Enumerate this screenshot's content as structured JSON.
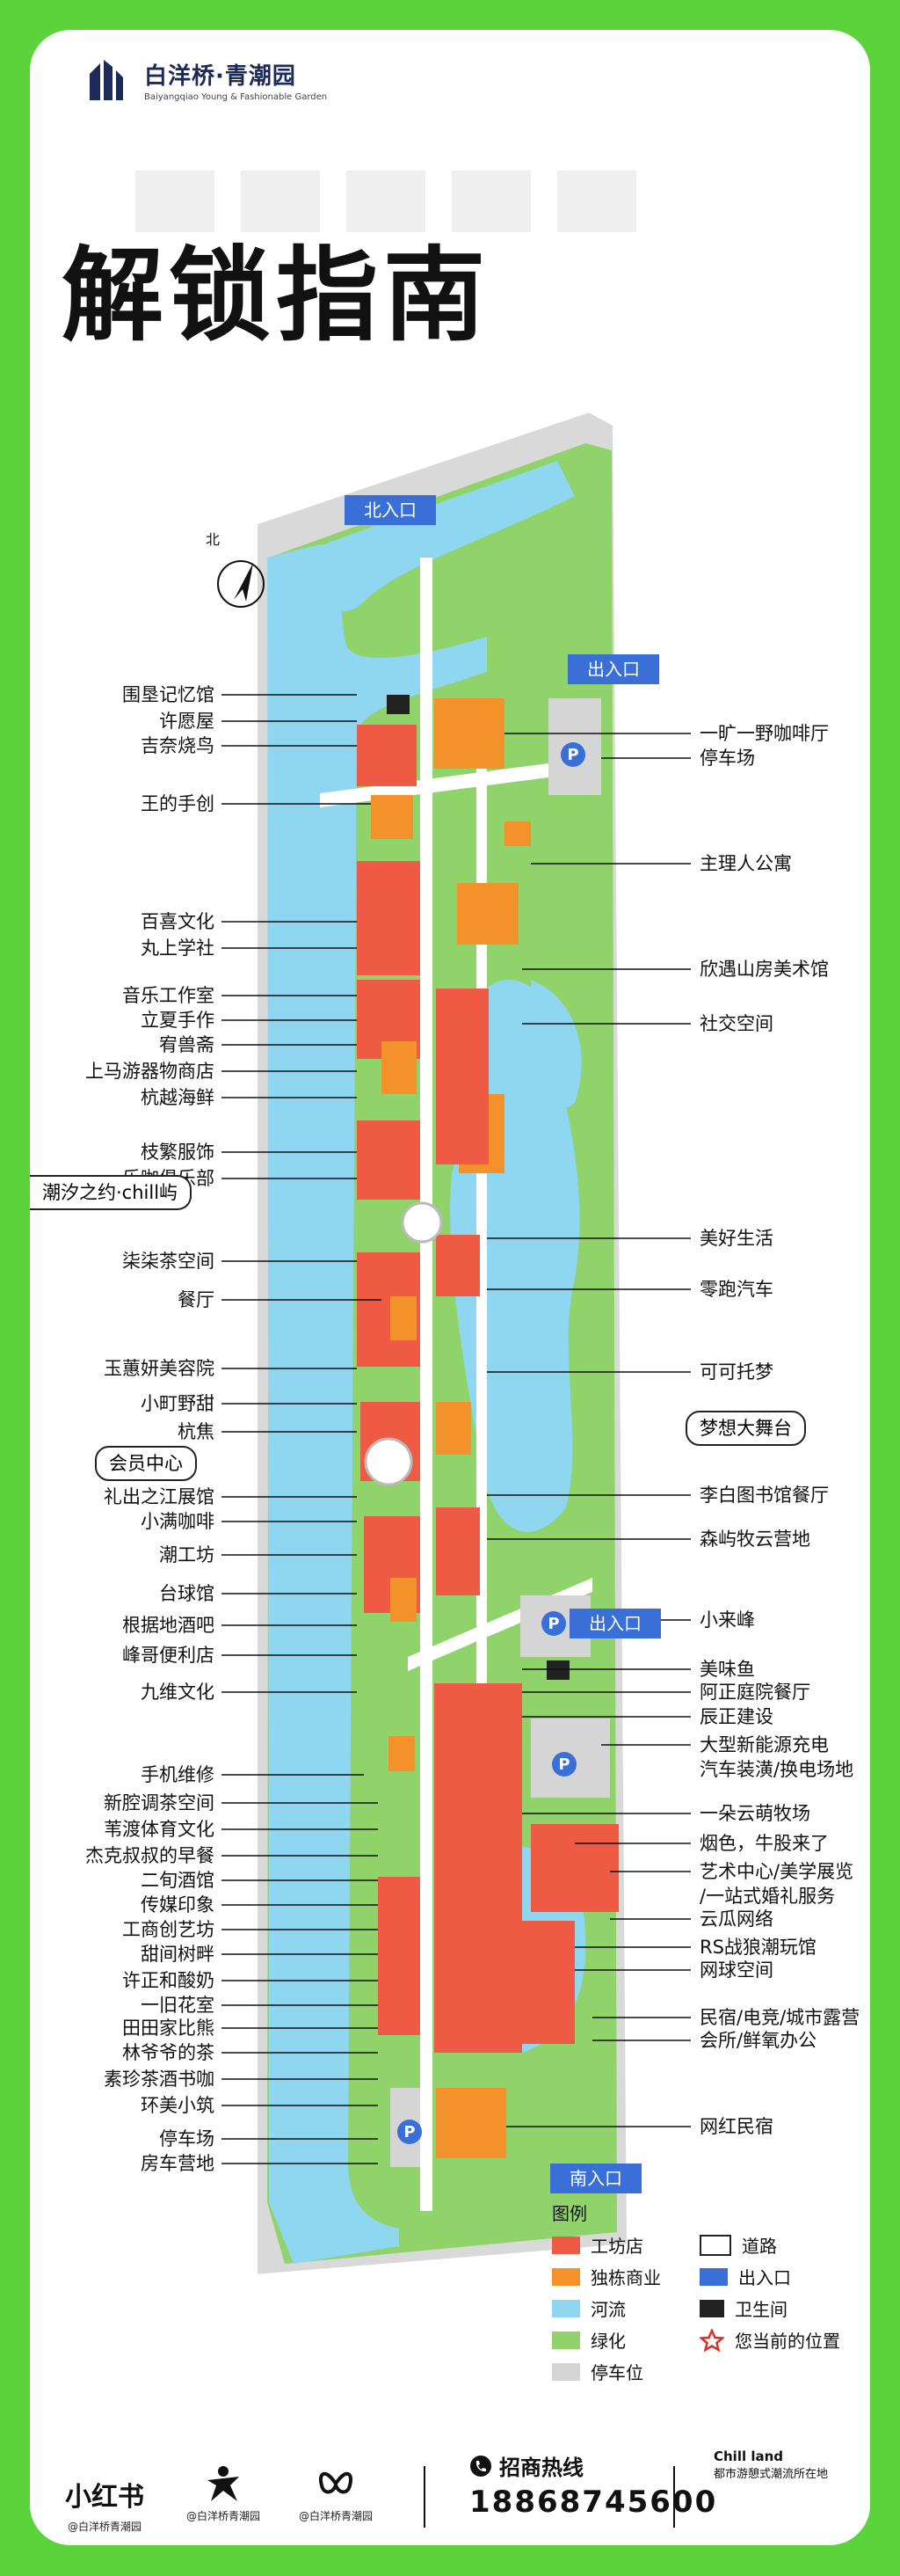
{
  "brand": {
    "name": "白洋桥·青潮园",
    "subtitle": "Baiyangqiao Young & Fashionable Garden"
  },
  "page_title": "解锁指南",
  "compass": {
    "north": "北"
  },
  "gates": {
    "north": "北入口",
    "exit1": "出入口",
    "exit2": "出入口",
    "south": "南入口"
  },
  "left_labels": [
    "围垦记忆馆",
    "许愿屋",
    "吉奈烧鸟",
    "王的手创",
    "百喜文化",
    "丸上学社",
    "音乐工作室",
    "立夏手作",
    "宥兽斋",
    "上马游器物商店",
    "杭越海鲜",
    "枝繁服饰",
    "乐咖俱乐部",
    "柒柒茶空间",
    "餐厅",
    "玉蕙妍美容院",
    "小町野甜",
    "杭焦",
    "礼出之江展馆",
    "小满咖啡",
    "潮工坊",
    "台球馆",
    "根据地酒吧",
    "峰哥便利店",
    "九维文化",
    "手机维修",
    "新腔调茶空间",
    "苇渡体育文化",
    "杰克叔叔的早餐",
    "二旬酒馆",
    "传媒印象",
    "工商创艺坊",
    "甜间树畔",
    "许正和酸奶",
    "一旧花室",
    "田田家比熊",
    "林爷爷的茶",
    "素珍茶酒书咖",
    "环美小筑",
    "停车场",
    "房车营地"
  ],
  "left_boxes": [
    "潮汐之约·chill屿",
    "会员中心"
  ],
  "right_labels": [
    "一旷一野咖啡厅",
    "停车场",
    "主理人公寓",
    "欣遇山房美术馆",
    "社交空间",
    "美好生活",
    "零跑汽车",
    "可可托梦",
    "李白图书馆餐厅",
    "森屿牧云营地",
    "小来峰",
    "美味鱼",
    "阿正庭院餐厅",
    "辰正建设",
    "大型新能源充电",
    "汽车装潢/换电场地",
    "一朵云萌牧场",
    "烟色，牛股来了",
    "艺术中心/美学展览",
    "/一站式婚礼服务",
    "云瓜网络",
    "RS战狼潮玩馆",
    "网球空间",
    "民宿/电竞/城市露营",
    "会所/鲜氧办公",
    "网红民宿"
  ],
  "right_boxes": [
    "梦想大舞台"
  ],
  "legend": {
    "title": "图例",
    "items": [
      {
        "label": "工坊店",
        "color": "#ef5a45"
      },
      {
        "label": "独栋商业",
        "color": "#f3922b"
      },
      {
        "label": "河流",
        "color": "#8fd6f0"
      },
      {
        "label": "绿化",
        "color": "#8fd36a"
      },
      {
        "label": "停车位",
        "color": "#d5d5d5"
      },
      {
        "label": "道路",
        "color": "#ffffff"
      },
      {
        "label": "出入口",
        "color": "#3a6fd8"
      },
      {
        "label": "卫生间",
        "color": "#222222"
      },
      {
        "label": "您当前的位置",
        "color": "#d9322b"
      }
    ]
  },
  "footer": {
    "xhs": {
      "logo": "小红书",
      "handle": "@白洋桥青潮园"
    },
    "douyin": {
      "handle": "@白洋桥青潮园"
    },
    "other": {
      "handle": "@白洋桥青潮园"
    },
    "hotline_label": "招商热线",
    "hotline_number": "18868745600",
    "chill_title": "Chill land",
    "chill_sub": "都市游憩式潮流所在地"
  }
}
